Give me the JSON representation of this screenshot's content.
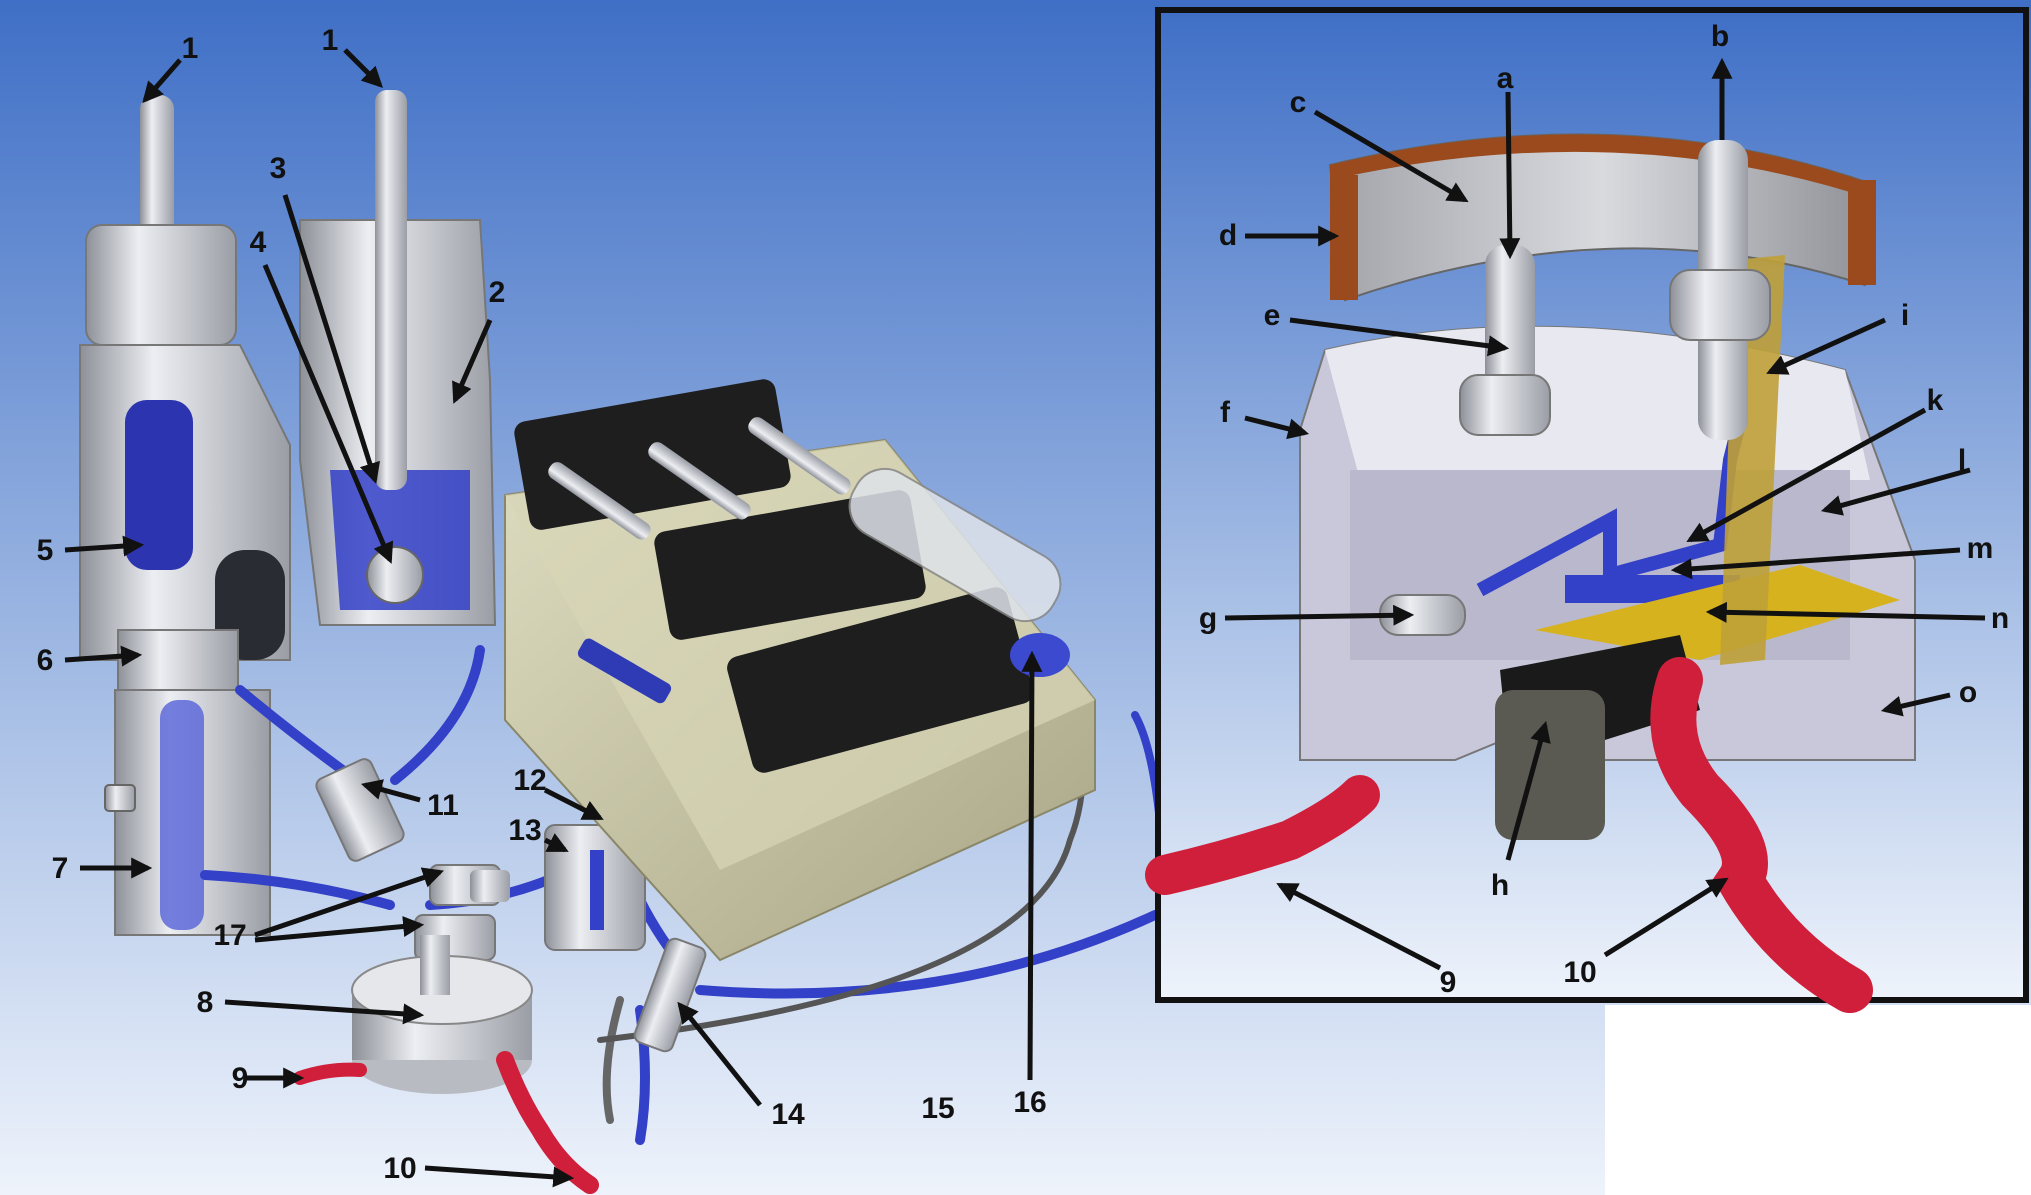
{
  "colors": {
    "background_top": "#3f6fc6",
    "background_bottom": "#eef3fb",
    "metal": "#c9ccd2",
    "metal_dark": "#8d9098",
    "blue_liquid": "#3340c8",
    "pump_body": "#c6c4a2",
    "pump_black": "#1e1e1e",
    "red_wire": "#d01f3a",
    "copper": "#9a4a1c",
    "gold": "#d6b21e",
    "inset_border": "#111111"
  },
  "labels": {
    "l1a": "1",
    "l1b": "1",
    "l2": "2",
    "l3": "3",
    "l4": "4",
    "l5": "5",
    "l6": "6",
    "l7": "7",
    "l8": "8",
    "l9": "9",
    "l10": "10",
    "l11": "11",
    "l12": "12",
    "l13": "13",
    "l14": "14",
    "l15": "15",
    "l16": "16",
    "l17": "17",
    "la": "a",
    "lb": "b",
    "lc": "c",
    "ld": "d",
    "le": "e",
    "lf": "f",
    "lg": "g",
    "lh": "h",
    "li": "i",
    "lk": "k",
    "ll": "l",
    "lm": "m",
    "ln": "n",
    "lo": "o",
    "l9i": "9",
    "l10i": "10"
  }
}
